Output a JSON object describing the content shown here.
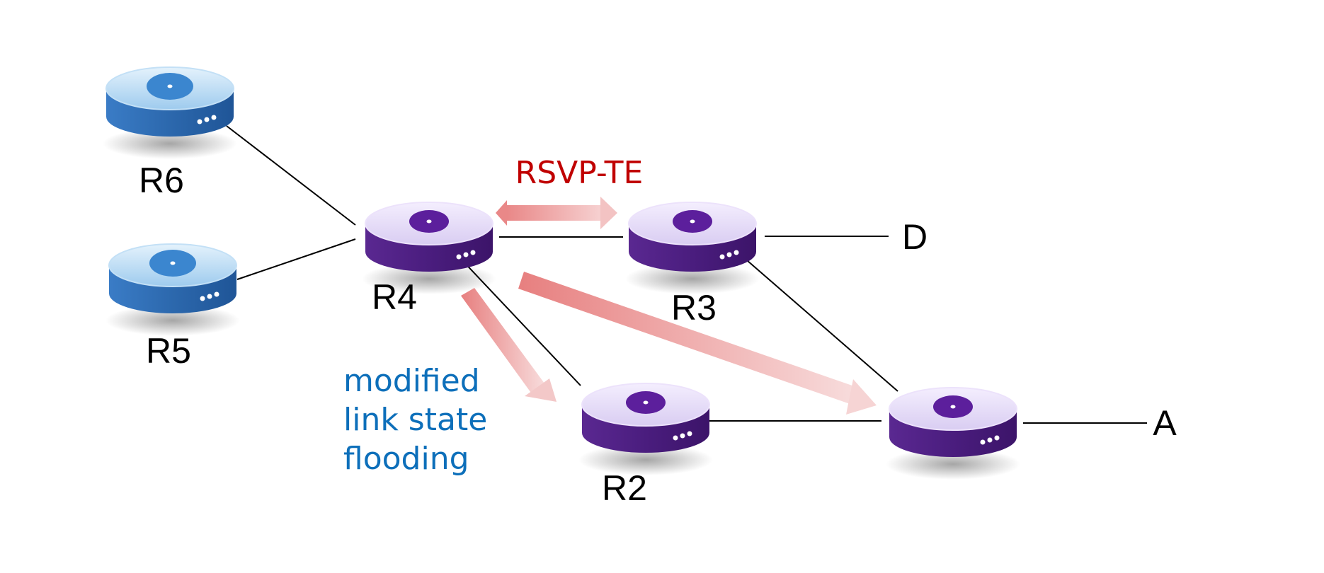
{
  "routers": {
    "r6": {
      "label": "R6",
      "style": "blue"
    },
    "r5": {
      "label": "R5",
      "style": "blue"
    },
    "r4": {
      "label": "R4",
      "style": "purple"
    },
    "r3": {
      "label": "R3",
      "style": "purple"
    },
    "r2": {
      "label": "R2",
      "style": "purple"
    },
    "ra": {
      "label": "",
      "style": "purple"
    }
  },
  "destinations": {
    "d": "D",
    "a": "A"
  },
  "annotations": {
    "rsvp": "RSVP-TE",
    "flooding": [
      "modified",
      "link state",
      "flooding"
    ]
  },
  "colors": {
    "blue_router": "#2e6db0",
    "purple_router": "#4a1d7e",
    "rsvp_text": "#c00000",
    "flooding_text": "#0d6fba",
    "arrow": "#e98888"
  },
  "links": [
    [
      "R6",
      "R4"
    ],
    [
      "R5",
      "R4"
    ],
    [
      "R4",
      "R3"
    ],
    [
      "R4",
      "R2"
    ],
    [
      "R3",
      "D"
    ],
    [
      "R3",
      "A-router"
    ],
    [
      "R2",
      "A-router"
    ],
    [
      "A-router",
      "A"
    ]
  ]
}
